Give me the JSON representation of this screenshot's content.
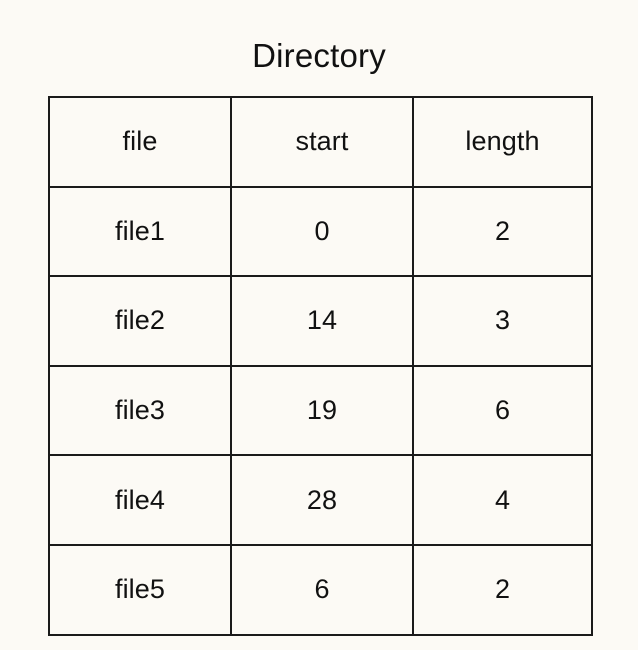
{
  "title": "Directory",
  "colors": {
    "background": "#fcfaf5",
    "text": "#111111",
    "border": "#1a1a1a"
  },
  "table": {
    "columns": [
      "file",
      "start",
      "length"
    ],
    "rows": [
      {
        "file": "file1",
        "start": "0",
        "length": "2"
      },
      {
        "file": "file2",
        "start": "14",
        "length": "3"
      },
      {
        "file": "file3",
        "start": "19",
        "length": "6"
      },
      {
        "file": "file4",
        "start": "28",
        "length": "4"
      },
      {
        "file": "file5",
        "start": "6",
        "length": "2"
      }
    ]
  }
}
